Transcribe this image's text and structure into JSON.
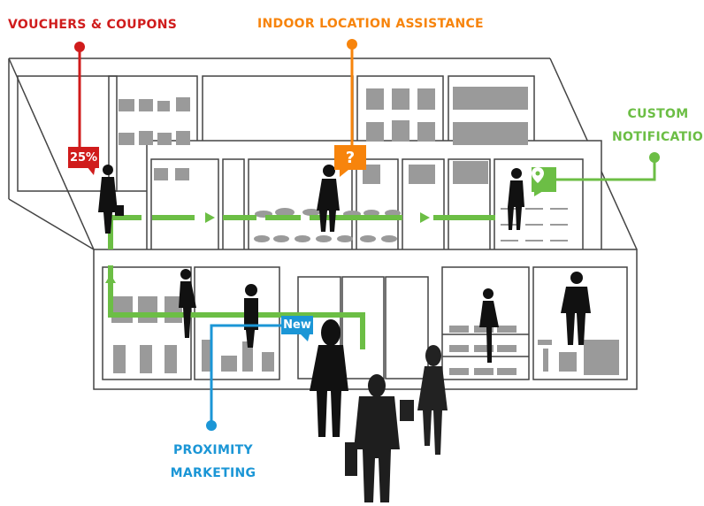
{
  "labels": {
    "vouchers": "VOUCHERS  &  COUPONS",
    "indoor": "INDOOR  LOCATION  ASSISTANCE",
    "custom_line1": "CUSTOM",
    "custom_line2": "NOTIFICATION",
    "proximity_line1": "PROXIMITY",
    "proximity_line2": "MARKETING"
  },
  "badges": {
    "discount": "25%",
    "help": "?",
    "new": "New",
    "location": "location-pin-icon"
  },
  "colors": {
    "vouchers": "#d01c1c",
    "indoor": "#f7840c",
    "custom": "#6cbe45",
    "proximity": "#1b96d6",
    "path": "#6cbe45"
  }
}
